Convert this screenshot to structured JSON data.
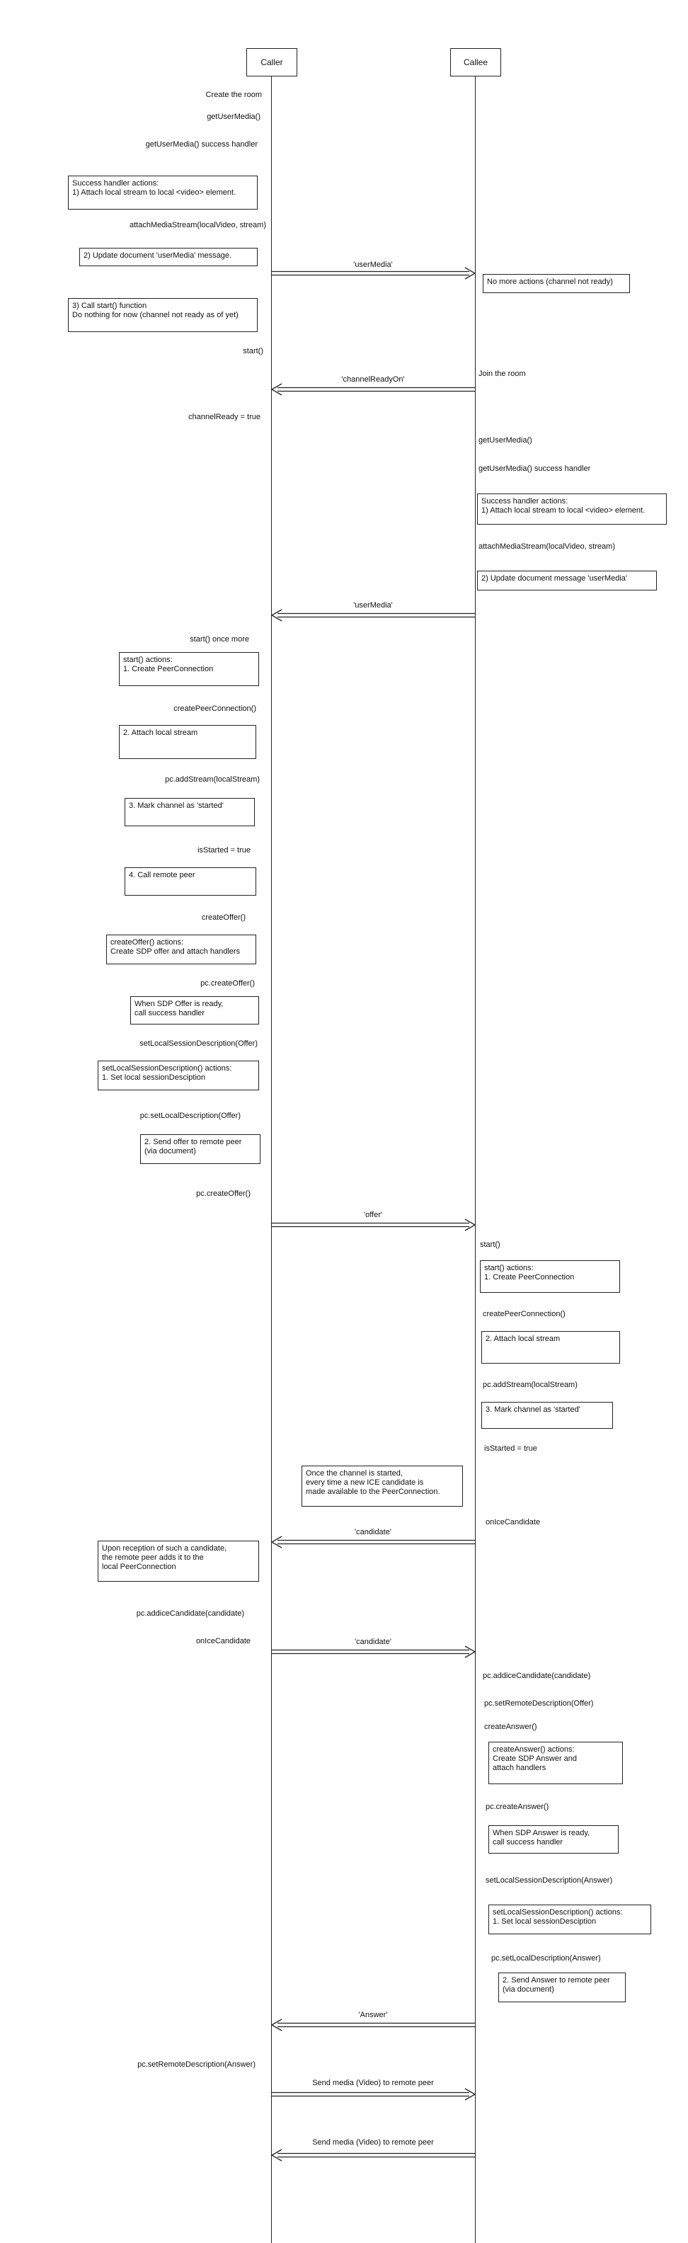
{
  "actors": {
    "caller": "Caller",
    "callee": "Callee"
  },
  "caller_labels": [
    "Create the room",
    "getUserMedia()",
    "getUserMedia() success handler",
    "attachMediaStream(localVideo, stream)",
    "start()",
    "channelReady = true",
    "start() once more",
    "createPeerConnection()",
    "pc.addStream(localStream)",
    "isStarted = true",
    "createOffer()",
    "pc.createOffer()",
    "setLocalSessionDescription(Offer)",
    "pc.setLocalDescription(Offer)",
    "pc.createOffer()",
    "pc.addiceCandidate(candidate)",
    "onIceCandidate",
    "pc.setRemoteDescription(Answer)"
  ],
  "callee_labels": [
    "Join the room",
    "getUserMedia()",
    "getUserMedia() success handler",
    "attachMediaStream(localVideo, stream)",
    "start()",
    "createPeerConnection()",
    "pc.addStream(localStream)",
    "isStarted = true",
    "onIceCandidate",
    "pc.addiceCandidate(candidate)",
    "pc.setRemoteDescription(Offer)",
    "createAnswer()",
    "pc.createAnswer()",
    "setLocalSessionDescription(Answer)",
    "pc.setLocalDescription(Answer)"
  ],
  "caller_notes": [
    "Success handler actions:\n1) Attach local stream to local <video> element.",
    "2) Update document 'userMedia' message.",
    "3) Call start() function\nDo nothing for now (channel not ready as of yet)",
    "start() actions:\n1. Create PeerConnection",
    "2. Attach local stream",
    "3. Mark channel as 'started'",
    "4. Call remote peer",
    "createOffer() actions:\nCreate SDP offer and attach handlers",
    "When SDP Offer is ready,\ncall success handler",
    "setLocalSessionDescription() actions:\n1. Set local sessionDesciption",
    "2. Send offer to remote peer\n(via document)",
    "Upon reception of such a candidate,\nthe remote peer adds it to the\nlocal PeerConnection"
  ],
  "middle_notes": [
    "Once the channel is started,\nevery time a new ICE candidate is\nmade available to the PeerConnection."
  ],
  "callee_notes": [
    "No more actions (channel not ready)",
    "Success handler actions:\n1) Attach local stream to local <video> element.",
    "2) Update document message 'userMedia'",
    "start() actions:\n1. Create PeerConnection",
    "2. Attach local stream",
    "3. Mark channel as 'started'",
    "createAnswer() actions:\nCreate SDP Answer and\nattach handlers",
    "When SDP Answer is ready,\ncall success handler",
    "setLocalSessionDescription() actions:\n1. Set local sessionDesciption",
    "2. Send Answer to remote peer\n(via document)"
  ],
  "messages": [
    {
      "label": "'userMedia'",
      "from": "caller",
      "to": "callee"
    },
    {
      "label": "'channelReadyOn'",
      "from": "callee",
      "to": "caller"
    },
    {
      "label": "'userMedia'",
      "from": "callee",
      "to": "caller"
    },
    {
      "label": "'offer'",
      "from": "caller",
      "to": "callee"
    },
    {
      "label": "'candidate'",
      "from": "callee",
      "to": "caller"
    },
    {
      "label": "'candidate'",
      "from": "caller",
      "to": "callee"
    },
    {
      "label": "'Answer'",
      "from": "callee",
      "to": "caller"
    },
    {
      "label": "Send media (Video) to remote peer",
      "from": "caller",
      "to": "callee"
    },
    {
      "label": "Send media (Video) to remote peer",
      "from": "callee",
      "to": "caller"
    }
  ]
}
